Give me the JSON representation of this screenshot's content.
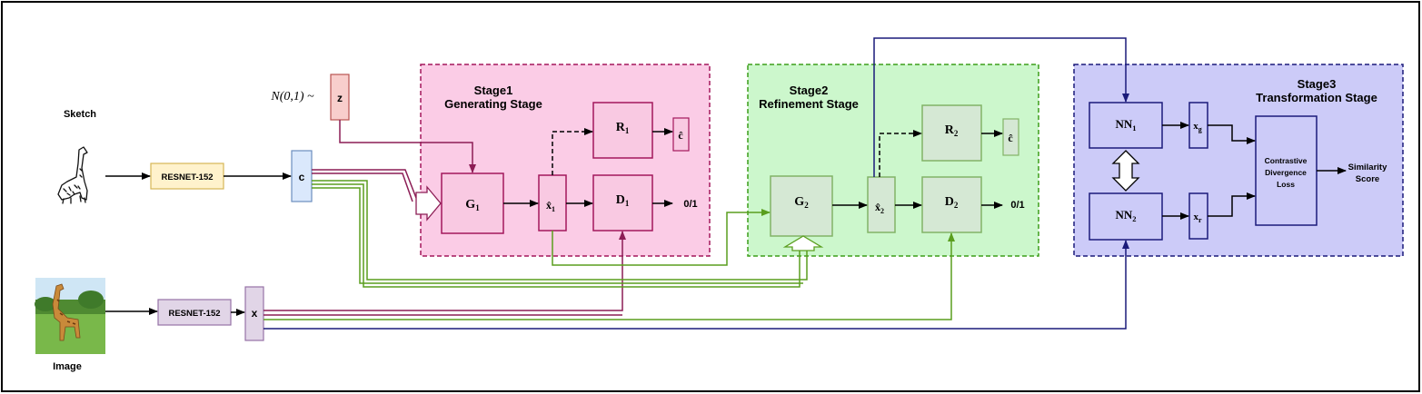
{
  "input": {
    "sketch_label": "Sketch",
    "image_label": "Image",
    "noise_text": "N(0,1) ~"
  },
  "encoders": {
    "sketch": "RESNET-152",
    "image": "RESNET-152"
  },
  "vectors": {
    "z": "z",
    "c": "c",
    "x": "x"
  },
  "stage1": {
    "title": "Stage1",
    "subtitle": "Generating Stage",
    "generator": "G",
    "generator_sub": "1",
    "output": "x̂",
    "output_sub": "1",
    "regressor": "R",
    "regressor_sub": "1",
    "discriminator": "D",
    "discriminator_sub": "1",
    "c_hat": "ĉ",
    "d_out": "0/1"
  },
  "stage2": {
    "title": "Stage2",
    "subtitle": "Refinement Stage",
    "generator": "G",
    "generator_sub": "2",
    "output": "x̂",
    "output_sub": "2",
    "regressor": "R",
    "regressor_sub": "2",
    "discriminator": "D",
    "discriminator_sub": "2",
    "c_hat": "ĉ",
    "d_out": "0/1"
  },
  "stage3": {
    "title": "Stage3",
    "subtitle": "Transformation Stage",
    "nn1": "NN",
    "nn1_sub": "1",
    "nn2": "NN",
    "nn2_sub": "2",
    "xg": "x",
    "xg_sub": "g",
    "xr": "x",
    "xr_sub": "r",
    "loss_line1": "Contrastive",
    "loss_line2": "Divergence",
    "loss_line3": "Loss",
    "out_line1": "Similarity",
    "out_line2": "Score"
  },
  "colors": {
    "stage1_fill": "#fbcce6",
    "stage1_border": "#a3175c",
    "stage2_fill": "#ccf7cc",
    "stage2_border": "#3d9e1a",
    "stage3_fill": "#cccbf8",
    "stage3_border": "#1b1b7a",
    "maroon": "#8c1d55",
    "green": "#5a9e1e",
    "navy": "#1a1a7a"
  }
}
